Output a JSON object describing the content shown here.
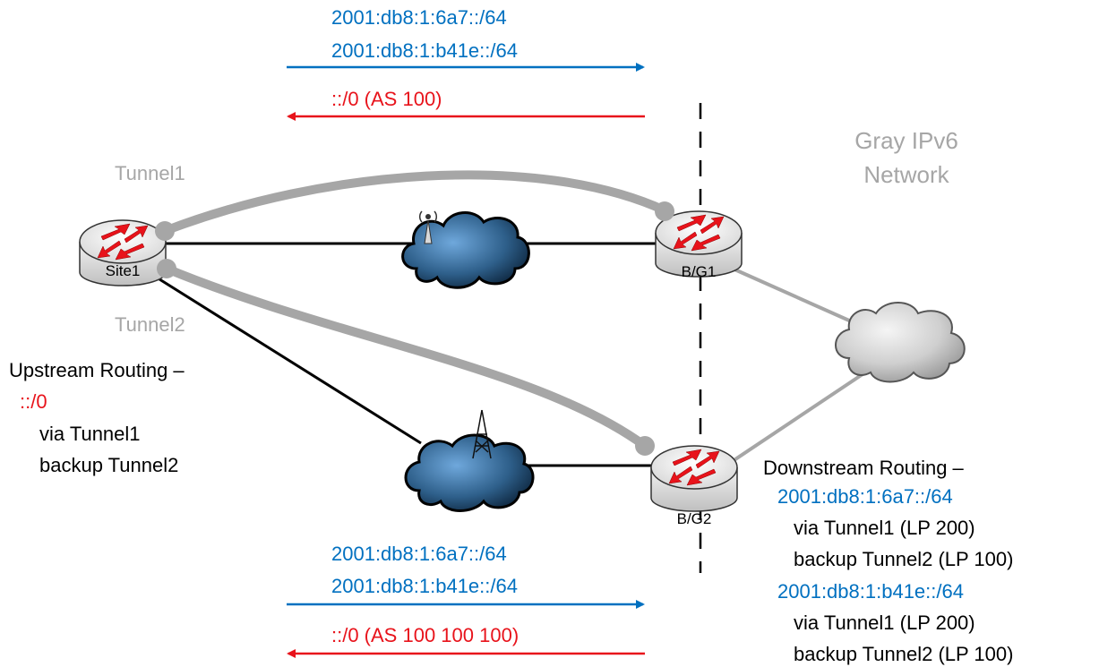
{
  "colors": {
    "advertise_blue": "#0070C0",
    "default_red": "#E8131B",
    "tunnel_gray": "#A6A6A6",
    "link_black": "#000000",
    "cloud_dark": "#1F4E79"
  },
  "top_advert": {
    "prefix1": "2001:db8:1:6a7::/64",
    "prefix2": "2001:db8:1:b41e::/64",
    "default_route": "::/0 (AS 100)"
  },
  "bottom_advert": {
    "prefix1": "2001:db8:1:6a7::/64",
    "prefix2": "2001:db8:1:b41e::/64",
    "default_route": "::/0 (AS 100 100 100)"
  },
  "gray_network": {
    "line1": "Gray IPv6",
    "line2": "Network"
  },
  "tunnels": {
    "tunnel1": "Tunnel1",
    "tunnel2": "Tunnel2"
  },
  "routers": {
    "site1": "Site1",
    "bg1": "B/G1",
    "bg2": "B/G2"
  },
  "clouds": {
    "wireless": "antenna-icon",
    "tower": "cell-tower-icon"
  },
  "upstream": {
    "title": "Upstream Routing –",
    "prefix": "::/0",
    "via": "via Tunnel1",
    "backup": "backup Tunnel2"
  },
  "downstream": {
    "title": "Downstream Routing –",
    "prefix1": "2001:db8:1:6a7::/64",
    "via1": "via Tunnel1 (LP 200)",
    "backup1": "backup Tunnel2 (LP 100)",
    "prefix2": "2001:db8:1:b41e::/64",
    "via2": "via Tunnel1 (LP 200)",
    "backup2": "backup Tunnel2 (LP 100)"
  }
}
